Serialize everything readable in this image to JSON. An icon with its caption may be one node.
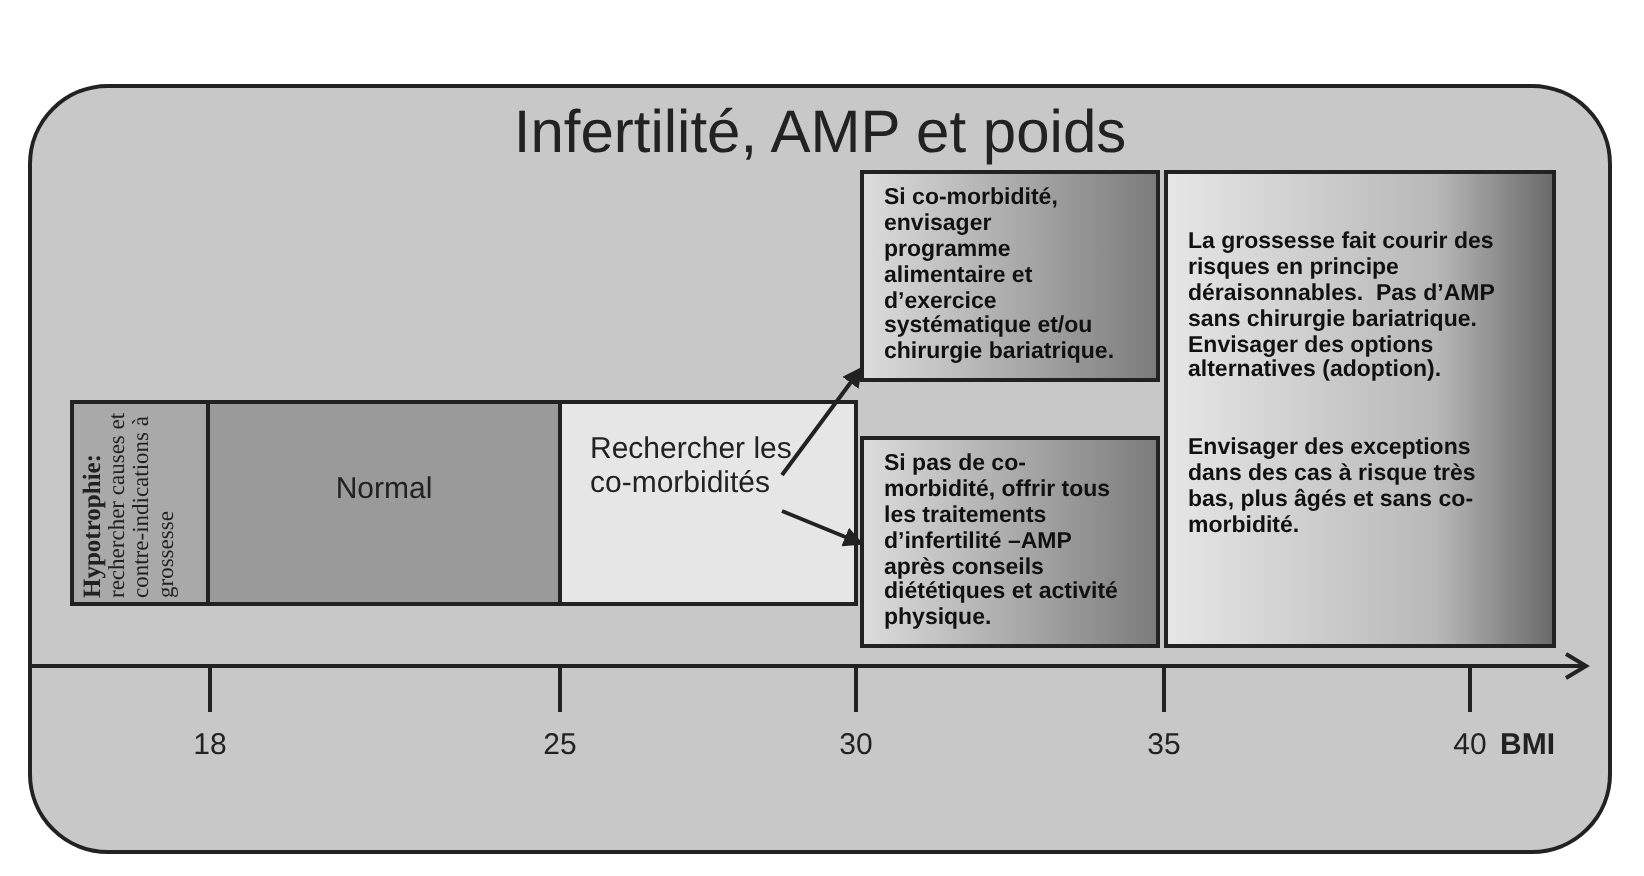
{
  "diagram": {
    "title": "Infertilité, AMP et poids",
    "nodes": [
      {
        "text": [
          "Hypotrophie:",
          "rechercher causes et contre-indications à grossesse"
        ]
      },
      {
        "text": [
          "Normal"
        ]
      },
      {
        "text": [
          "Rechercher les co-morbidités"
        ]
      },
      {
        "text": [
          "Si co-morbidité, envisager programme alimentaire et d’exercice systématique et/ou chirurgie bariatrique."
        ]
      },
      {
        "text": [
          "Si pas de co-morbidité, offrir tous les traitements d’infertilité –AMP après conseils diététiques et activité physique."
        ]
      },
      {
        "text": [
          "La grossesse fait courir des risques en principe déraisonnables.  Pas d’AMP sans chirurgie bariatrique. Envisager des options alternatives (adoption).",
          "Envisager des exceptions dans des cas à risque très bas, plus âgés et sans co-morbidité."
        ]
      }
    ],
    "edges": [
      {
        "from": 2,
        "to": 3,
        "arrow": "to"
      },
      {
        "from": 2,
        "to": 4,
        "arrow": "to"
      }
    ],
    "labels": [
      "18",
      "25",
      "30",
      "35",
      "40",
      "BMI"
    ]
  }
}
